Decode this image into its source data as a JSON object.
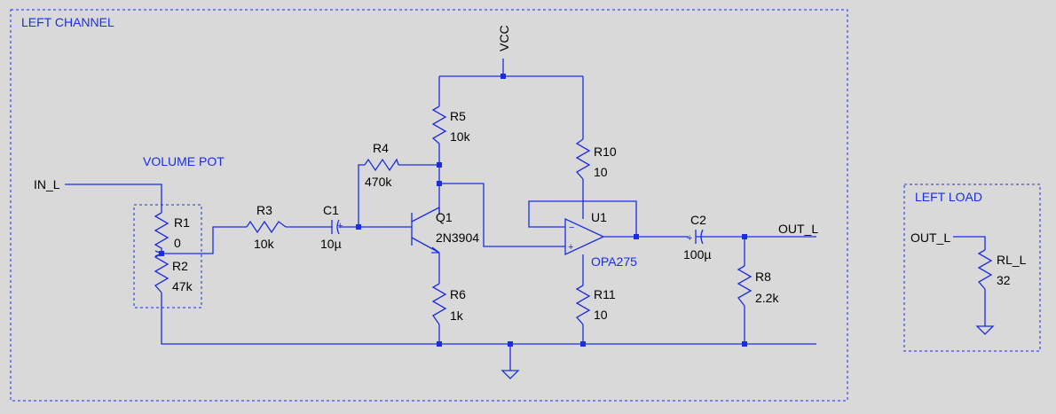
{
  "boxes": {
    "left_channel": "LEFT CHANNEL",
    "volume_pot": "VOLUME POT",
    "left_load": "LEFT LOAD"
  },
  "nets": {
    "in": "IN_L",
    "out": "OUT_L",
    "load_in": "OUT_L",
    "vcc": "VCC"
  },
  "components": {
    "R1": {
      "ref": "R1",
      "value": "0"
    },
    "R2": {
      "ref": "R2",
      "value": "47k"
    },
    "R3": {
      "ref": "R3",
      "value": "10k"
    },
    "C1": {
      "ref": "C1",
      "value": "10µ"
    },
    "R4": {
      "ref": "R4",
      "value": "470k"
    },
    "R5": {
      "ref": "R5",
      "value": "10k"
    },
    "Q1": {
      "ref": "Q1",
      "value": "2N3904"
    },
    "R6": {
      "ref": "R6",
      "value": "1k"
    },
    "R10": {
      "ref": "R10",
      "value": "10"
    },
    "U1": {
      "ref": "U1",
      "value": "OPA275"
    },
    "R11": {
      "ref": "R11",
      "value": "10"
    },
    "C2": {
      "ref": "C2",
      "value": "100µ"
    },
    "R8": {
      "ref": "R8",
      "value": "2.2k"
    },
    "RL_L": {
      "ref": "RL_L",
      "value": "32"
    }
  },
  "colors": {
    "wire": "#1a2ee0",
    "background": "#d9d9d9",
    "text": "#000000"
  }
}
